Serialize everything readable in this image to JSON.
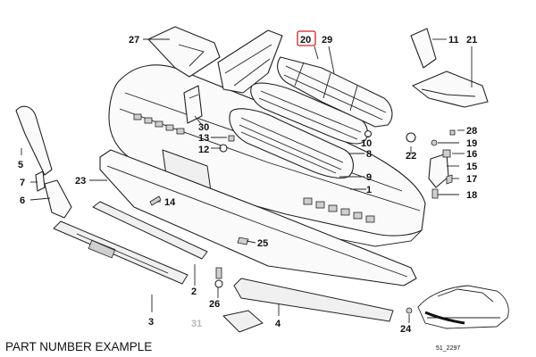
{
  "diagram": {
    "caption": "PART NUMBER EXAMPLE",
    "reference_code": "51_2297",
    "highlighted_callout": "20",
    "callouts": {
      "c1": "1",
      "c2": "2",
      "c3": "3",
      "c4": "4",
      "c5": "5",
      "c6": "6",
      "c7": "7",
      "c8": "8",
      "c9": "9",
      "c10": "10",
      "c11": "11",
      "c12": "12",
      "c13": "13",
      "c14": "14",
      "c15": "15",
      "c16": "16",
      "c17": "17",
      "c18": "18",
      "c19": "19",
      "c20": "20",
      "c21": "21",
      "c22": "22",
      "c23": "23",
      "c24": "24",
      "c25": "25",
      "c26": "26",
      "c27": "27",
      "c28": "28",
      "c29": "29",
      "c30": "30",
      "c31": "31"
    },
    "colors": {
      "highlight": "#d62020",
      "faded_callout": "#b8b8b8"
    }
  }
}
